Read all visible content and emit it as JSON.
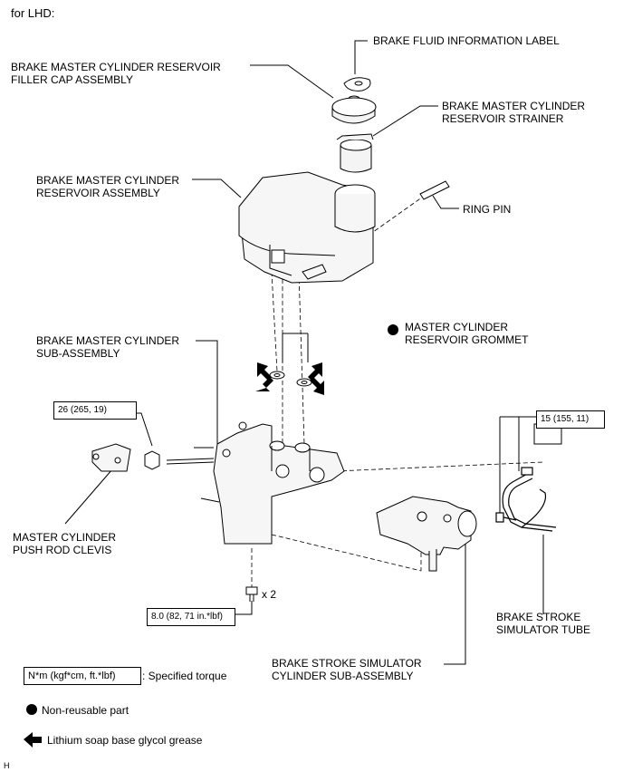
{
  "header": {
    "scope": "for LHD:"
  },
  "labels": {
    "fluid_info_label": "BRAKE FLUID INFORMATION LABEL",
    "filler_cap": "BRAKE MASTER CYLINDER RESERVOIR\nFILLER CAP ASSEMBLY",
    "strainer": "BRAKE MASTER CYLINDER\nRESERVOIR STRAINER",
    "reservoir": "BRAKE MASTER CYLINDER\nRESERVOIR ASSEMBLY",
    "ring_pin": "RING PIN",
    "grommet": "MASTER CYLINDER\nRESERVOIR GROMMET",
    "sub_assembly": "BRAKE MASTER CYLINDER\nSUB-ASSEMBLY",
    "push_rod_clevis": "MASTER CYLINDER\nPUSH ROD CLEVIS",
    "simulator_tube": "BRAKE STROKE\nSIMULATOR TUBE",
    "simulator_cylinder": "BRAKE STROKE SIMULATOR\nCYLINDER SUB-ASSEMBLY",
    "bolt_count": "x 2"
  },
  "torques": {
    "clevis_nut": "26 (265, 19)",
    "tube_nut": "15 (155, 11)",
    "bolt": "8.0 (82, 71 in.*lbf)"
  },
  "legend": {
    "torque_box": "N*m (kgf*cm, ft.*lbf)",
    "torque_desc": ": Specified torque",
    "nonreusable": "Non-reusable part",
    "grease": "Lithium soap base glycol grease"
  },
  "footer": {
    "code": "H"
  }
}
